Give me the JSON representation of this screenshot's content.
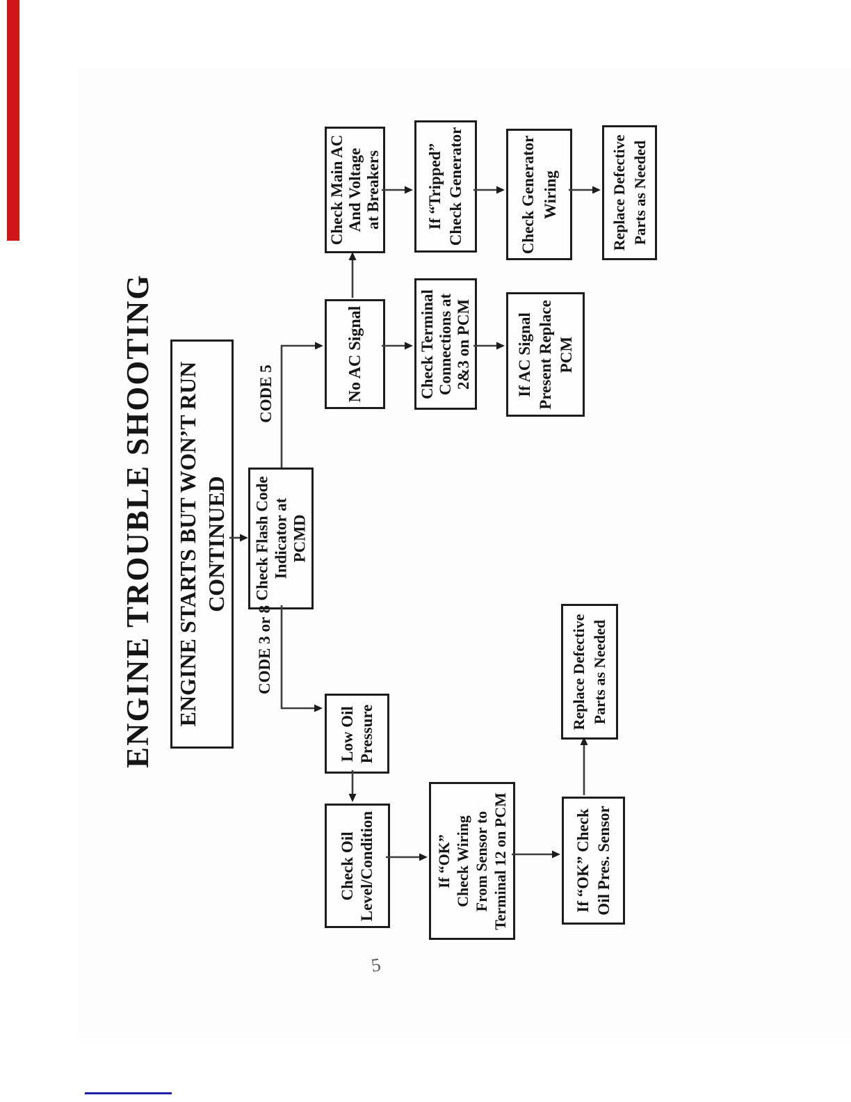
{
  "document": {
    "title": "ENGINE TROUBLE SHOOTING",
    "page_number": "5"
  },
  "flowchart": {
    "start": {
      "lines": [
        "ENGINE STARTS BUT WON’T RUN",
        "CONTINUED"
      ]
    },
    "branch_labels": {
      "code_5": "CODE 5",
      "code_3_or_8": "CODE 3 or 8"
    },
    "boxes": {
      "check_flash_code": {
        "lines": [
          "Check Flash Code",
          "Indicator at",
          "PCMD"
        ]
      },
      "no_ac_signal": {
        "lines": [
          "No AC Signal"
        ]
      },
      "check_main_ac": {
        "lines": [
          "Check Main AC",
          "And Voltage",
          "at Breakers"
        ]
      },
      "if_tripped_check_generator": {
        "lines": [
          "If “Tripped”",
          "Check Generator"
        ]
      },
      "check_generator_wiring": {
        "lines": [
          "Check Generator",
          "Wiring"
        ]
      },
      "replace_defective_parts_top": {
        "lines": [
          "Replace Defective",
          "Parts as Needed"
        ]
      },
      "check_terminal_connections": {
        "lines": [
          "Check Terminal",
          "Connections at",
          "2&3 on PCM"
        ]
      },
      "if_ac_signal_replace_pcm": {
        "lines": [
          "If AC Signal",
          "Present Replace",
          "PCM"
        ]
      },
      "low_oil_pressure": {
        "lines": [
          "Low Oil",
          "Pressure"
        ]
      },
      "check_oil_level": {
        "lines": [
          "Check Oil",
          "Level/Condition"
        ]
      },
      "if_ok_check_wiring": {
        "lines": [
          "If “OK”",
          "Check Wiring",
          "From Sensor to",
          "Terminal 12 on PCM"
        ]
      },
      "if_ok_check_oil_pres_sensor": {
        "lines": [
          "If “OK” Check",
          "Oil Pres. Sensor"
        ]
      },
      "replace_defective_parts_bottom": {
        "lines": [
          "Replace Defective",
          "Parts as Needed"
        ]
      }
    }
  },
  "artifacts": {
    "red_stripe_color": "#cf1515",
    "footer_line_color": "#1e22a8"
  }
}
